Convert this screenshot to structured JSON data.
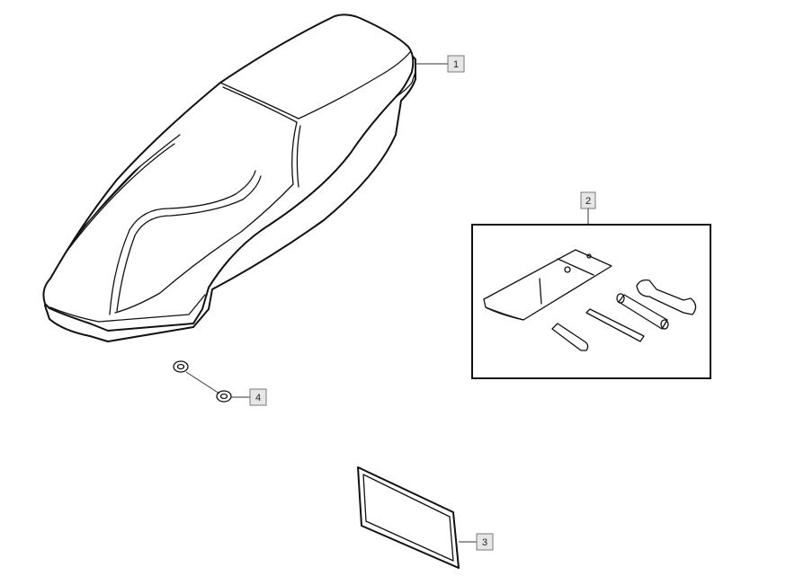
{
  "callouts": [
    {
      "id": "seat",
      "number": "1"
    },
    {
      "id": "tool-kit",
      "number": "2"
    },
    {
      "id": "document-holder",
      "number": "3"
    },
    {
      "id": "seat-nut",
      "number": "4"
    }
  ]
}
